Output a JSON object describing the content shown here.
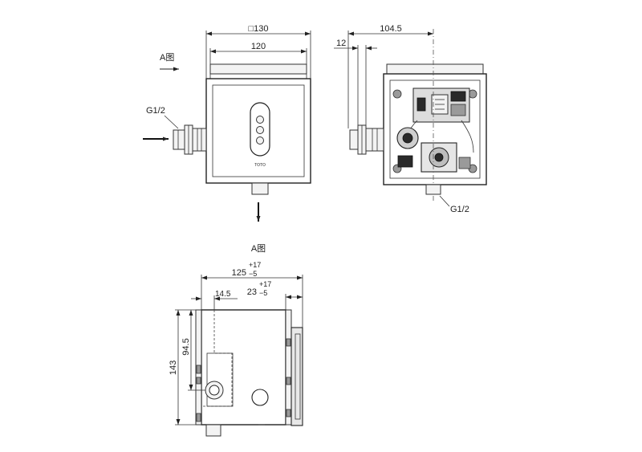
{
  "front_view": {
    "dim_outer": "□130",
    "dim_inner": "120",
    "view_mark": "A图",
    "inlet_label": "G1/2",
    "brand_mark": "TOTO"
  },
  "side_view": {
    "dim_width": "104.5",
    "dim_offset": "12",
    "outlet_label": "G1/2"
  },
  "view_a": {
    "title": "A图",
    "dim_depth_main": "125",
    "dim_depth_tol_plus": "+17",
    "dim_depth_tol_minus": "−5",
    "dim_cover_main": "23",
    "dim_cover_tol_plus": "+17",
    "dim_cover_tol_minus": "−5",
    "dim_inlet_offset": "14.5",
    "dim_height": "143",
    "dim_inlet_height": "94.5"
  }
}
